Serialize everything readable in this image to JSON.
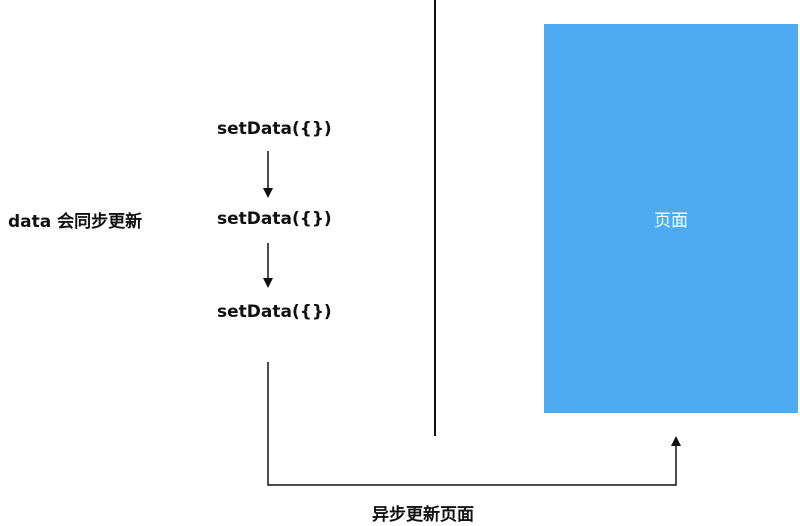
{
  "left_label": "data  会同步更新",
  "calls": [
    "setData({})",
    "setData({})",
    "setData({})"
  ],
  "page_box": {
    "label": "页面",
    "color": "#4eabf2"
  },
  "bottom_label": "异步更新页面",
  "colors": {
    "line": "#111111",
    "text": "#111111"
  }
}
